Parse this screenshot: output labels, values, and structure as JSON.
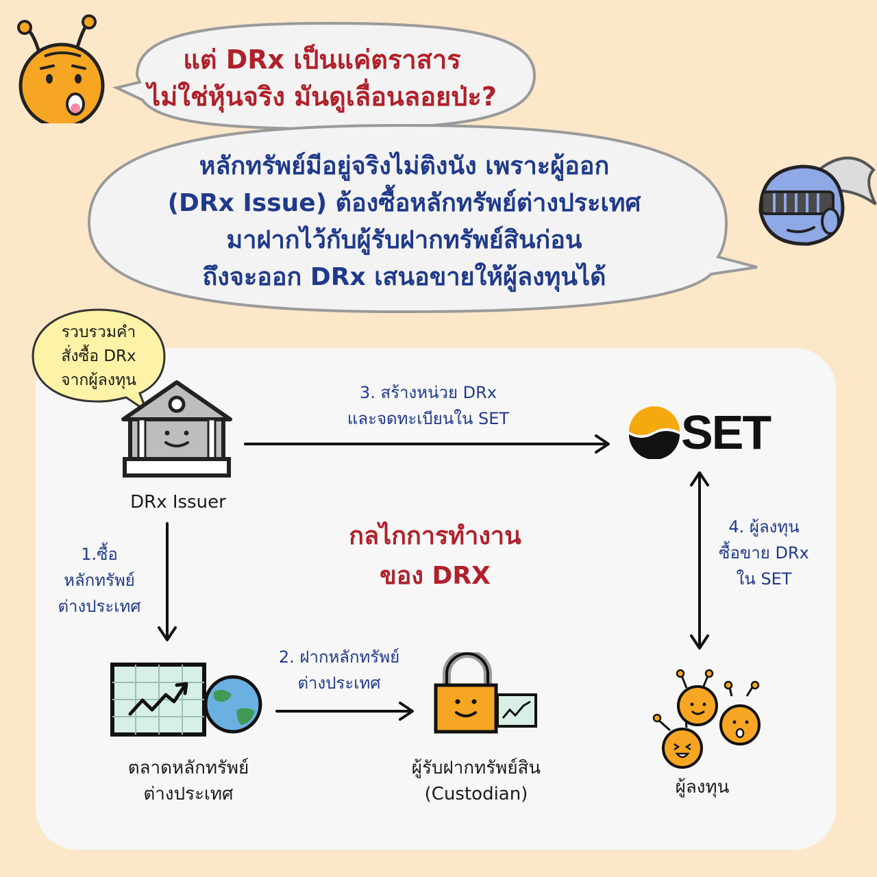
{
  "question_bubble": {
    "lines": [
      "แต่ DRx เป็นแค่ตราสาร",
      "ไม่ใช่หุ้นจริง มันดูเลื่อนลอยป่ะ?"
    ]
  },
  "answer_bubble": {
    "lines": [
      "หลักทรัพย์มีอยู่จริงไม่ติงนัง เพราะผู้ออก",
      "(DRx Issue) ต้องซื้อหลักทรัพย์ต่างประเทศ",
      "มาฝากไว้กับผู้รับฝากทรัพย์สินก่อน",
      "ถึงจะออก DRx เสนอขายให้ผู้ลงทุนได้"
    ]
  },
  "small_bubble": {
    "lines": [
      "รวบรวมคำ",
      "สั่งซื้อ DRx",
      "จากผู้ลงทุน"
    ]
  },
  "diagram": {
    "title_lines": [
      "กลไกการทำงาน",
      "ของ DRX"
    ],
    "issuer_label": "DRx Issuer",
    "set_logo_text": "SET",
    "step1_lines": [
      "1.ซื้อ",
      "หลักทรัพย์",
      "ต่างประเทศ"
    ],
    "step2_lines": [
      "2. ฝากหลักทรัพย์",
      "ต่างประเทศ"
    ],
    "step3_lines": [
      "3. สร้างหน่วย DRx",
      "และจดทะเบียนใน SET"
    ],
    "step4_lines": [
      "4. ผู้ลงทุน",
      "ซื้อขาย DRx",
      "ใน SET"
    ],
    "foreign_market_lines": [
      "ตลาดหลักทรัพย์",
      "ต่างประเทศ"
    ],
    "custodian_lines": [
      "ผู้รับฝากทรัพย์สิน",
      "(Custodian)"
    ],
    "investor_label": "ผู้ลงทุน"
  },
  "colors": {
    "background": "#fde7c9",
    "panel": "#f7f7f7",
    "question_text": "#b0202a",
    "answer_text": "#1f3a8a",
    "character_orange": "#f6a623",
    "knight_blue": "#8fa8e6",
    "small_bubble_fill": "#fdf3a6"
  },
  "icons": {
    "question_character": "orange-alien-character",
    "answer_character": "knight-helmet-character",
    "issuer": "bank-building-icon",
    "set_logo": "set-logo-icon",
    "foreign_market": "stock-chart-globe-icon",
    "custodian": "padlock-icon",
    "investors": "investor-characters-icon"
  }
}
